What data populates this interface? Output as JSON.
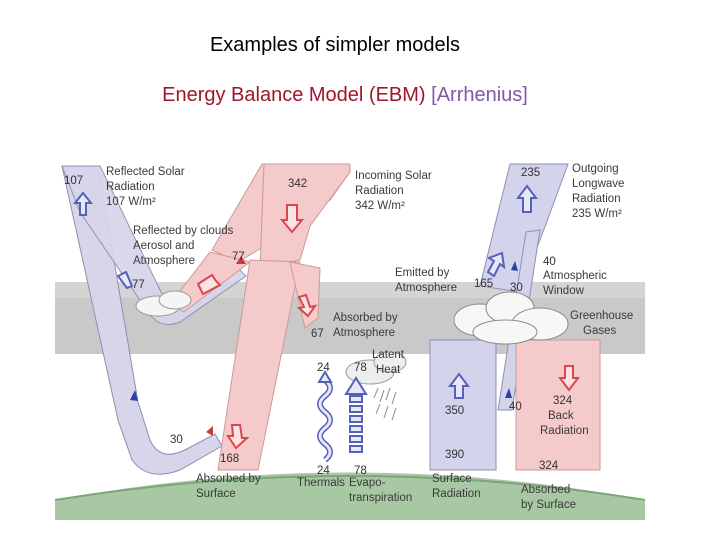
{
  "slide": {
    "title": "Examples of simpler models",
    "subtitle_main": "Energy Balance Model  (EBM)",
    "subtitle_ref": "[Arrhenius]"
  },
  "diagram": {
    "reflected_solar": [
      "Reflected Solar",
      "Radiation",
      "107 W/m²"
    ],
    "reflected_clouds": [
      "Reflected by clouds",
      "Aerosol and",
      "Atmosphere"
    ],
    "incoming_solar": [
      "Incoming Solar",
      "Radiation",
      "342 W/m²"
    ],
    "outgoing_lw": [
      "Outgoing",
      "Longwave",
      "Radiation",
      "235 W/m²"
    ],
    "emitted_atm": [
      "Emitted by",
      "Atmosphere"
    ],
    "atm_window": [
      "Atmospheric",
      "Window"
    ],
    "absorbed_atm": [
      "Absorbed by",
      "Atmosphere"
    ],
    "greenhouse": [
      "Greenhouse",
      "Gases"
    ],
    "latent_heat": [
      "Latent",
      "Heat"
    ],
    "back_radiation": [
      "Back",
      "Radiation"
    ],
    "absorbed_surface_left": [
      "Absorbed by",
      "Surface"
    ],
    "thermals": "Thermals",
    "evapo": [
      "Evapo-",
      "transpiration"
    ],
    "surface_radiation": [
      "Surface",
      "Radiation"
    ],
    "absorbed_surface_right": [
      "Absorbed",
      "by Surface"
    ],
    "values": {
      "v107": "107",
      "v342": "342",
      "v235": "235",
      "v77a": "77",
      "v77b": "77",
      "v40a": "40",
      "v165": "165",
      "v30a": "30",
      "v67": "67",
      "v24a": "24",
      "v78a": "78",
      "v350": "350",
      "v40b": "40",
      "v324a": "324",
      "v30b": "30",
      "v168": "168",
      "v390": "390",
      "v24b": "24",
      "v78b": "78",
      "v324b": "324"
    },
    "colors": {
      "solar_fill": "#f4c9cc",
      "lw_fill": "#d3d3ec",
      "arrow_red": "#d9464c",
      "arrow_blue": "#5562b8",
      "atmosphere": "#c8c8c8",
      "ground": "#9ec29a"
    }
  }
}
